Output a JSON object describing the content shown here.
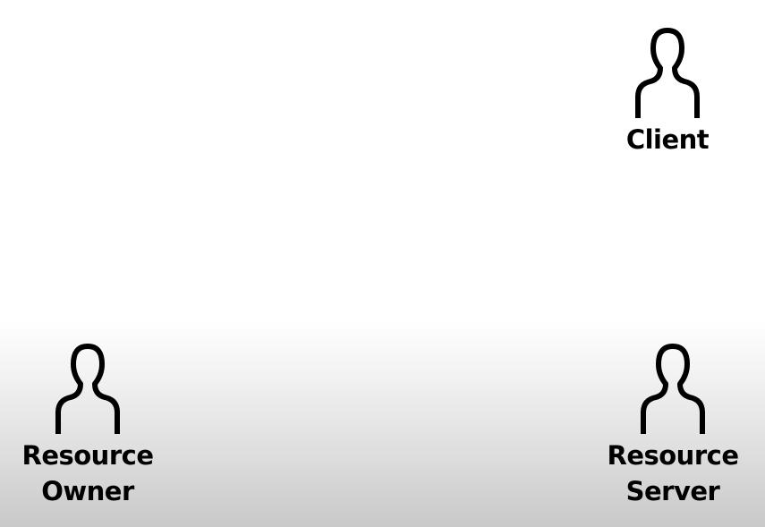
{
  "diagram": {
    "actors": [
      {
        "id": "client",
        "label": "Client",
        "icon": "person-outline-icon"
      },
      {
        "id": "resource-owner",
        "label": "Resource Owner",
        "label_lines": [
          "Resource",
          "Owner"
        ],
        "icon": "person-outline-icon"
      },
      {
        "id": "resource-server",
        "label": "Resource Server",
        "label_lines": [
          "Resource",
          "Server"
        ],
        "icon": "person-outline-icon"
      }
    ],
    "colors": {
      "stroke": "#000000",
      "text": "#000000",
      "background_top": "#ffffff",
      "background_bottom": "#c9c9c9"
    }
  }
}
